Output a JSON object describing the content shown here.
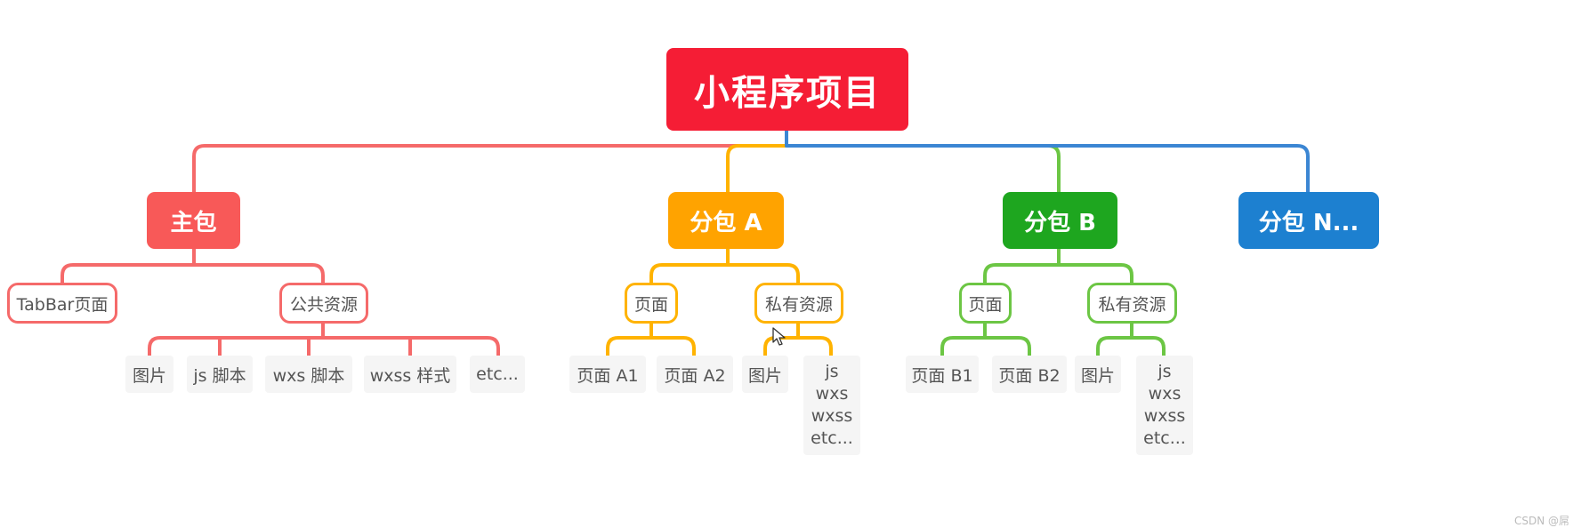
{
  "root": {
    "label": "小程序项目",
    "color": "#f51d35"
  },
  "main": {
    "label": "主包",
    "color": "#f85958",
    "children": [
      {
        "label": "TabBar页面"
      },
      {
        "label": "公共资源",
        "children": [
          "图片",
          "js 脚本",
          "wxs 脚本",
          "wxss 样式",
          "etc..."
        ]
      }
    ]
  },
  "sub_a": {
    "label": "分包 A",
    "color": "#ffa300",
    "children": [
      {
        "label": "页面",
        "children": [
          "页面 A1",
          "页面 A2"
        ]
      },
      {
        "label": "私有资源",
        "children": [
          "图片",
          [
            "js",
            "wxs",
            "wxss",
            "etc..."
          ]
        ]
      }
    ]
  },
  "sub_b": {
    "label": "分包 B",
    "color": "#1ea61f",
    "children": [
      {
        "label": "页面",
        "children": [
          "页面 B1",
          "页面 B2"
        ]
      },
      {
        "label": "私有资源",
        "children": [
          "图片",
          [
            "js",
            "wxs",
            "wxss",
            "etc..."
          ]
        ]
      }
    ]
  },
  "sub_n": {
    "label": "分包 N...",
    "color": "#1d80d0"
  },
  "watermark": "CSDN @屌"
}
